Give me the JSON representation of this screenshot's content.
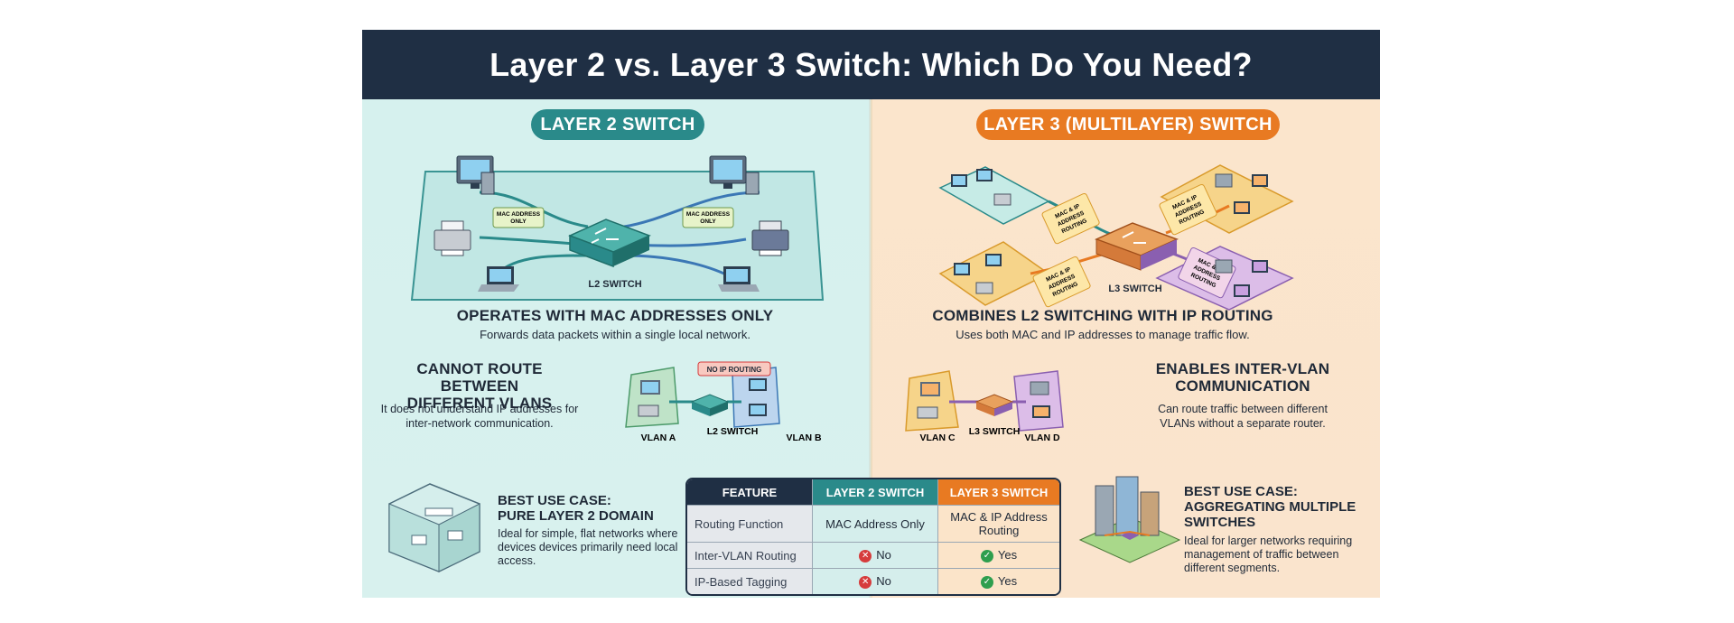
{
  "title": "Layer 2 vs. Layer 3 Switch: Which Do You Need?",
  "left": {
    "pill": "LAYER 2 SWITCH",
    "diagram": {
      "switch_label": "L2 SWITCH",
      "tag_left": [
        "MAC ADDRESS",
        "ONLY"
      ],
      "tag_right": [
        "MAC ADDRESS",
        "ONLY"
      ]
    },
    "main_heading": "OPERATES WITH MAC ADDRESSES ONLY",
    "main_sub": "Forwards data packets within a single local network.",
    "route_heading_1": "CANNOT ROUTE BETWEEN",
    "route_heading_2": "DIFFERENT VLANS",
    "route_sub_1": "It does not understand IP addresses for",
    "route_sub_2": "inter-network communication.",
    "mini": {
      "badge": "NO IP ROUTING",
      "switch_label": "L2 SWITCH",
      "vlan_a": "VLAN A",
      "vlan_b": "VLAN B"
    },
    "use_heading_1": "BEST USE CASE:",
    "use_heading_2": "PURE LAYER 2 DOMAIN",
    "use_sub": "Ideal for simple, flat networks where devices devices primarily need local access."
  },
  "right": {
    "pill": "LAYER 3 (MULTILAYER) SWITCH",
    "diagram": {
      "switch_label": "L3 SWITCH",
      "tag": [
        "MAC & IP",
        "ADDRESS",
        "ROUTING"
      ]
    },
    "main_heading": "COMBINES L2 SWITCHING WITH IP ROUTING",
    "main_sub": "Uses both MAC and IP addresses to manage traffic flow.",
    "vlan_heading_1": "ENABLES INTER-VLAN",
    "vlan_heading_2": "COMMUNICATION",
    "vlan_sub_1": "Can route traffic between different",
    "vlan_sub_2": "VLANs without a separate router.",
    "mini": {
      "switch_label": "L3 SWITCH",
      "vlan_c": "VLAN C",
      "vlan_d": "VLAN D"
    },
    "use_heading_1": "BEST USE CASE:",
    "use_heading_2": "AGGREGATING MULTIPLE",
    "use_heading_3": "SWITCHES",
    "use_sub": "Ideal for larger networks requiring management of traffic between different segments."
  },
  "table": {
    "headers": [
      "FEATURE",
      "LAYER 2 SWITCH",
      "LAYER 3 SWITCH"
    ],
    "rows": [
      {
        "feature": "Routing Function",
        "l2": "MAC Address Only",
        "l3_1": "MAC & IP Address",
        "l3_2": "Routing"
      },
      {
        "feature": "Inter-VLAN Routing",
        "l2": "No",
        "l3": "Yes"
      },
      {
        "feature": "IP-Based Tagging",
        "l2": "No",
        "l3": "Yes"
      }
    ]
  },
  "colors": {
    "navy": "#1f2f44",
    "teal": "#2a8a8a",
    "orange": "#e87a22",
    "purple": "#8a5fb0",
    "no": "#d63c3c",
    "yes": "#2e9e4e"
  }
}
